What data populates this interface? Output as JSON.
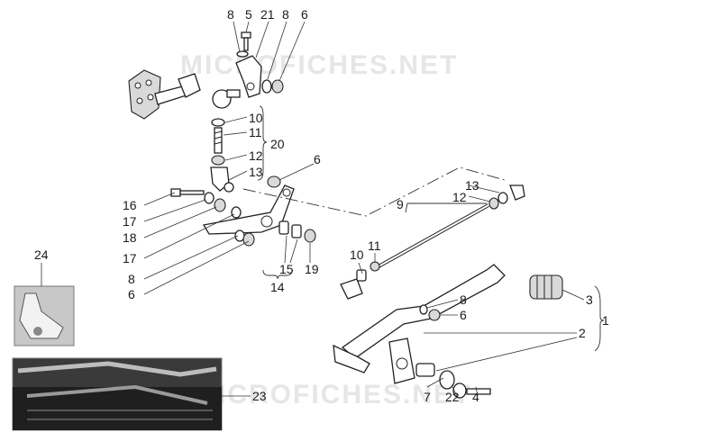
{
  "watermark": "MICROFICHES.NET",
  "callouts": {
    "c8a": "8",
    "c5": "5",
    "c21": "21",
    "c8b": "8",
    "c6a": "6",
    "c10a": "10",
    "c11a": "11",
    "c20": "20",
    "c12a": "12",
    "c13a": "13",
    "c6b": "6",
    "c16": "16",
    "c17a": "17",
    "c18": "18",
    "c17b": "17",
    "c8c": "8",
    "c6c": "6",
    "c15": "15",
    "c19": "19",
    "c14": "14",
    "c9": "9",
    "c13b": "13",
    "c12b": "12",
    "c10b": "10",
    "c11b": "11",
    "c8d": "8",
    "c6d": "6",
    "c3": "3",
    "c1": "1",
    "c2": "2",
    "c7": "7",
    "c22": "22",
    "c4": "4",
    "c24": "24",
    "c23": "23"
  }
}
